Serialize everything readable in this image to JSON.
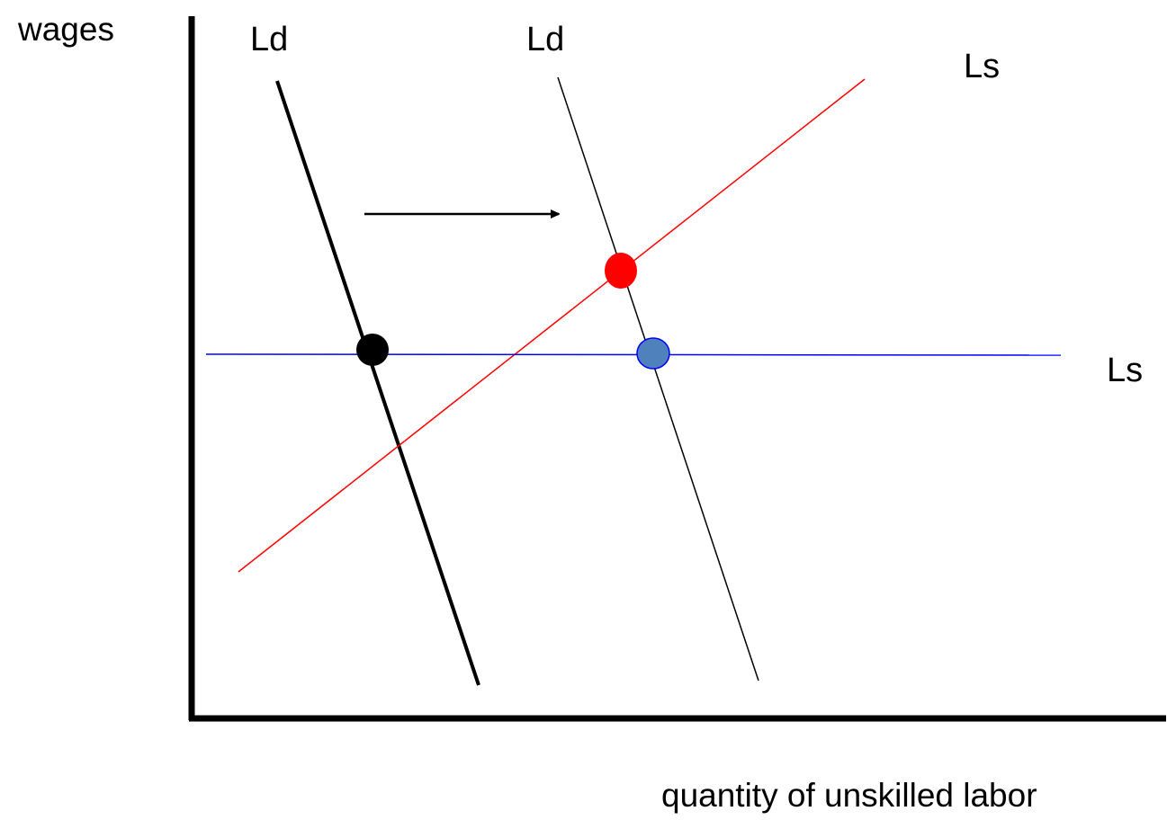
{
  "axes": {
    "y_label": "wages",
    "x_label": "quantity of unskilled labor"
  },
  "curves": {
    "ld_original": {
      "label": "Ld",
      "color": "#000000"
    },
    "ld_shifted": {
      "label": "Ld",
      "color": "#000000"
    },
    "ls_upward": {
      "label": "Ls",
      "color": "#ff0000"
    },
    "ls_flat": {
      "label": "Ls",
      "color": "#0000ff"
    }
  },
  "points": {
    "original_equilibrium": {
      "color": "#000000"
    },
    "new_equilibrium_upward_supply": {
      "color": "#ff0000"
    },
    "new_equilibrium_flat_supply": {
      "color": "#4f81bd"
    }
  },
  "shift_arrow": {
    "direction": "right",
    "color": "#000000"
  }
}
